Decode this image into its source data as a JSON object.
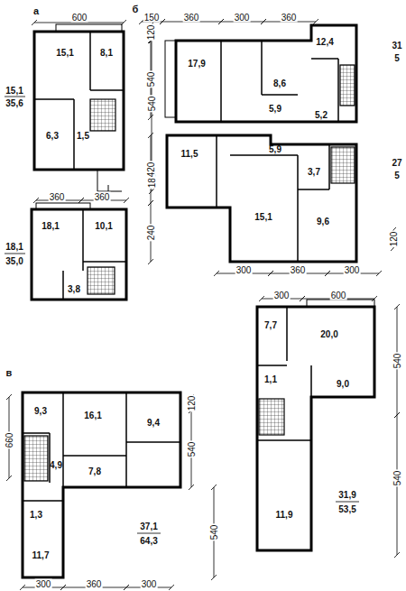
{
  "diagram": {
    "labels": [
      "а",
      "600",
      "15,1",
      "8,1",
      "6,3",
      "1,5",
      "540",
      "180",
      "15,1",
      "35,6",
      "360",
      "360",
      "18,1",
      "10,1",
      "3,8",
      "18,1",
      "35,0",
      "б",
      "150",
      "360",
      "300",
      "360",
      "120",
      "540",
      "17,9",
      "8,6",
      "12,4",
      "5,9",
      "5,2",
      "31",
      "5",
      "11,5",
      "5,9",
      "3,7",
      "15,1",
      "9,6",
      "420",
      "240",
      "27",
      "5",
      "120",
      "300",
      "360",
      "300",
      "300",
      "600",
      "7,7",
      "20,0",
      "1,1",
      "9,0",
      "11,9",
      "540",
      "540",
      "31,9",
      "53,5",
      "в",
      "9,3",
      "16,1",
      "9,4",
      "4,9",
      "7,8",
      "1,3",
      "11,7",
      "660",
      "120",
      "540",
      "540",
      "37,1",
      "64,3",
      "300",
      "360",
      "300"
    ]
  }
}
